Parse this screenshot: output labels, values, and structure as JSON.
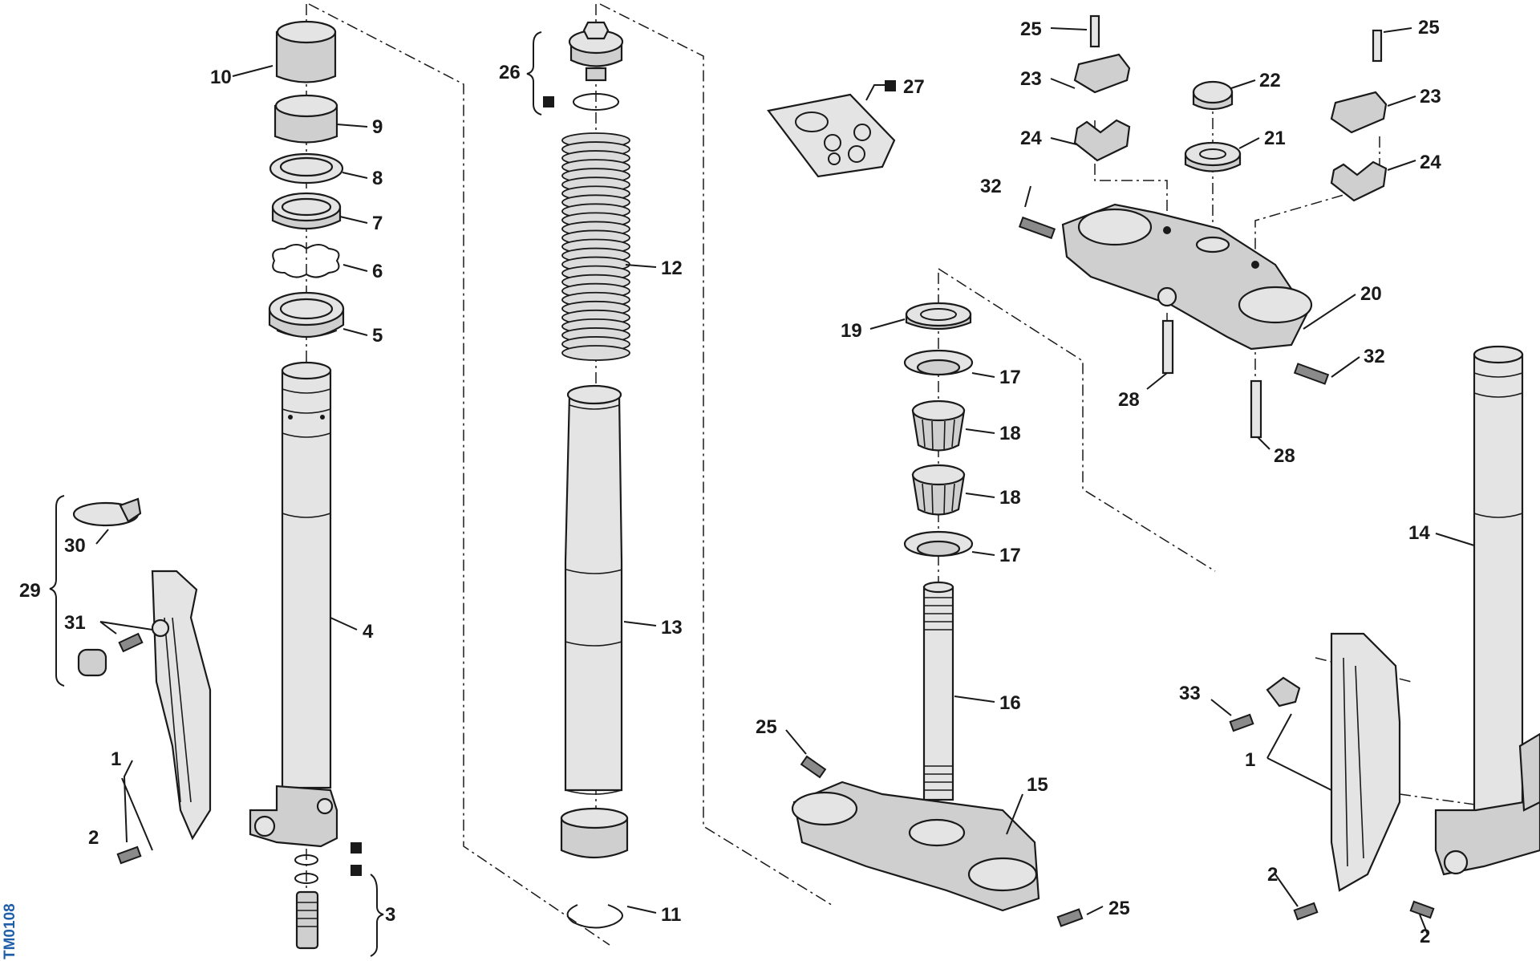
{
  "drawing_code": "TM0108",
  "labels": {
    "p1_left": "1",
    "p1_right": "1",
    "p2_left": "2",
    "p2_right_a": "2",
    "p2_right_b": "2",
    "p3": "3",
    "p4": "4",
    "p5": "5",
    "p6": "6",
    "p7": "7",
    "p8": "8",
    "p9": "9",
    "p10": "10",
    "p11": "11",
    "p12": "12",
    "p13": "13",
    "p14": "14",
    "p15": "15",
    "p16": "16",
    "p17_top": "17",
    "p17_bottom": "17",
    "p18_top": "18",
    "p18_bottom": "18",
    "p19": "19",
    "p20": "20",
    "p21": "21",
    "p22": "22",
    "p23_left": "23",
    "p23_right": "23",
    "p24_left": "24",
    "p24_right": "24",
    "p25_top_left": "25",
    "p25_top_right": "25",
    "p25_mid": "25",
    "p25_bottom": "25",
    "p26": "26",
    "p27": "27",
    "p28_left": "28",
    "p28_right": "28",
    "p29": "29",
    "p30": "30",
    "p31": "31",
    "p32_left": "32",
    "p32_right": "32",
    "p33": "33"
  },
  "colors": {
    "line": "#1a1a1a",
    "part_fill": "#e4e4e4",
    "code_text": "#1f5fa8"
  }
}
